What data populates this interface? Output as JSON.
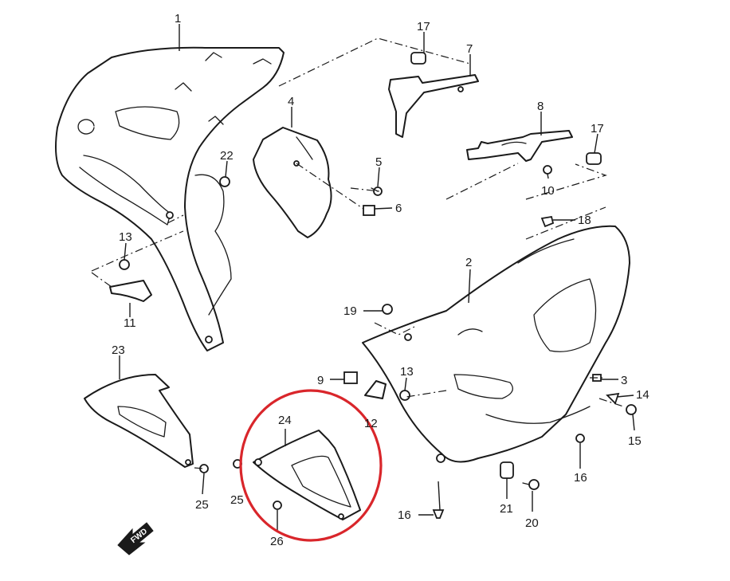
{
  "callouts": {
    "c1": "1",
    "c2": "2",
    "c3": "3",
    "c4": "4",
    "c5": "5",
    "c6": "6",
    "c7": "7",
    "c8": "8",
    "c9": "9",
    "c10": "10",
    "c11": "11",
    "c12": "12",
    "c13a": "13",
    "c13b": "13",
    "c14": "14",
    "c15": "15",
    "c16a": "16",
    "c16b": "16",
    "c17a": "17",
    "c17b": "17",
    "c18": "18",
    "c19": "19",
    "c20": "20",
    "c21": "21",
    "c22": "22",
    "c23": "23",
    "c24": "24",
    "c25a": "25",
    "c25b": "25",
    "c26": "26"
  },
  "direction_arrow": {
    "label": "FWD"
  },
  "highlight": {
    "part": "24",
    "color": "#d9262b"
  },
  "colors": {
    "line": "#1a1a1a",
    "background": "#ffffff"
  }
}
